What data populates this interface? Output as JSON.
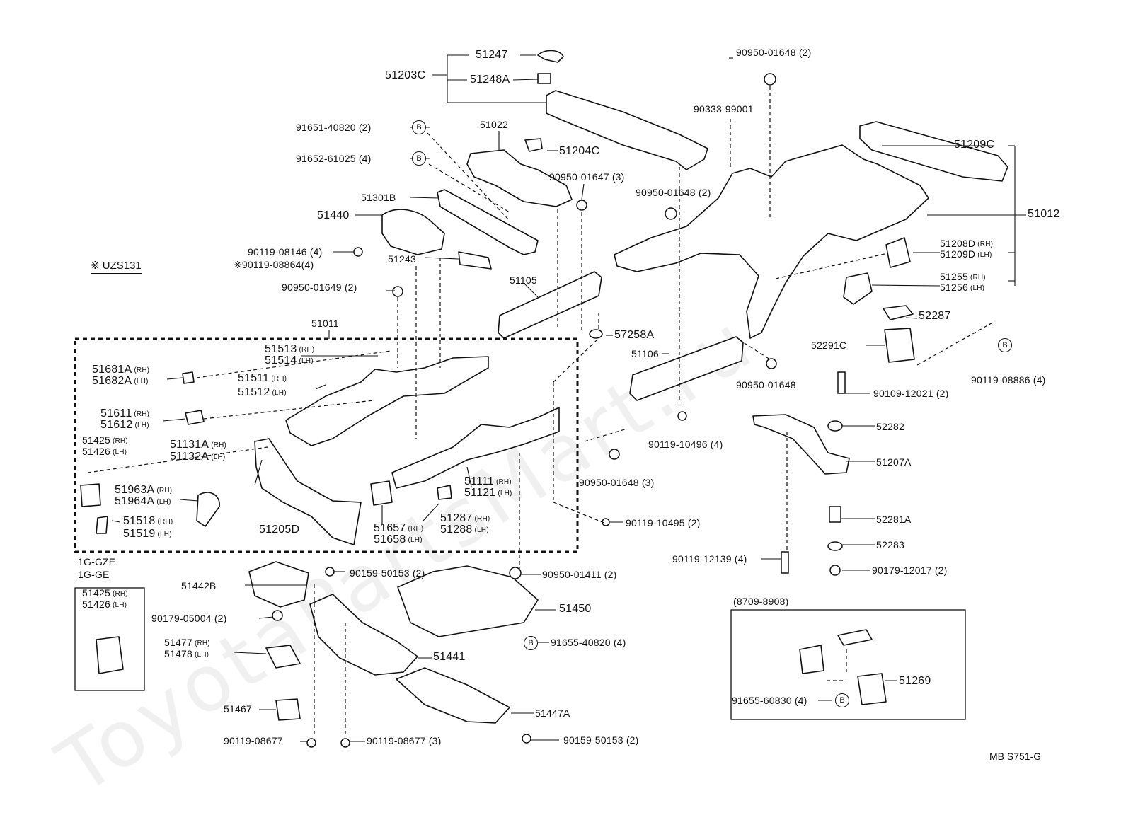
{
  "watermark": "ToyotaPartsMart.ru",
  "reference": "MB  S751-G",
  "variant_note": "※ UZS131",
  "group_labels": {
    "main_box": "51011",
    "engine_group_title_1": "1G-GZE",
    "engine_group_title_2": "1G-GE",
    "date_box_title": "(8709-8908)"
  },
  "labels": {
    "p51247": "51247",
    "p51203C": "51203C",
    "p51248A": "51248A",
    "p9165140820": "91651-40820 (2)",
    "p9165261025": "91652-61025 (4)",
    "p51022": "51022",
    "p51204C": "51204C",
    "p51301B": "51301B",
    "p51440": "51440",
    "p9011908146": "90119-08146 (4)",
    "p9011908864": "※90119-08864(4)",
    "p51243": "51243",
    "p9095001647": "90950-01647 (3)",
    "p9095001649": "90950-01649 (2)",
    "p51105": "51105",
    "p9095001648top": "90950-01648 (2)",
    "p9033399001": "90333-99001",
    "p9095001648mid": "90950-01648 (2)",
    "p51209C": "51209C",
    "p51012": "51012",
    "p51208D": "51208D",
    "p51209D": "51209D",
    "p51255": "51255",
    "p51256": "51256",
    "p52287": "52287",
    "p52291C": "52291C",
    "p9011908886": "90119-08886 (4)",
    "p57258A": "57258A",
    "p51106": "51106",
    "p9095001648b": "90950-01648",
    "p9010912021": "90109-12021 (2)",
    "p52282": "52282",
    "p9011910496": "90119-10496 (4)",
    "p51207A": "51207A",
    "p9095001648c": "90950-01648 (3)",
    "p9011910495": "90119-10495 (2)",
    "p52281A": "52281A",
    "p52283": "52283",
    "p9011912139": "90119-12139 (4)",
    "p9017912017": "90179-12017 (2)",
    "p51513": "51513",
    "p51514": "51514",
    "p51681A": "51681A",
    "p51682A": "51682A",
    "p51511": "51511",
    "p51512": "51512",
    "p51611": "51611",
    "p51612": "51612",
    "p51425": "51425",
    "p51426": "51426",
    "p51131A": "51131A",
    "p51132A": "51132A",
    "p51963A": "51963A",
    "p51964A": "51964A",
    "p51518": "51518",
    "p51519": "51519",
    "p51205D": "51205D",
    "p51657": "51657",
    "p51658": "51658",
    "p51287": "51287",
    "p51288": "51288",
    "p51111": "51111",
    "p51121": "51121",
    "p51425b": "51425",
    "p51426b": "51426",
    "p51442B": "51442B",
    "p9015950153a": "90159-50153 (2)",
    "p9095001411": "90950-01411 (2)",
    "p9017905004": "90179-05004 (2)",
    "p51450": "51450",
    "p9165540820": "91655-40820 (4)",
    "p51477": "51477",
    "p51478": "51478",
    "p51441": "51441",
    "p51467": "51467",
    "p51447A": "51447A",
    "p9011908677a": "90119-08677",
    "p9011908677b": "90119-08677 (3)",
    "p9015950153b": "90159-50153 (2)",
    "p51269": "51269",
    "p9165560830": "91655-60830 (4)"
  },
  "side": {
    "rh": "(RH)",
    "lh": "(LH)"
  },
  "callout_letter": "B"
}
